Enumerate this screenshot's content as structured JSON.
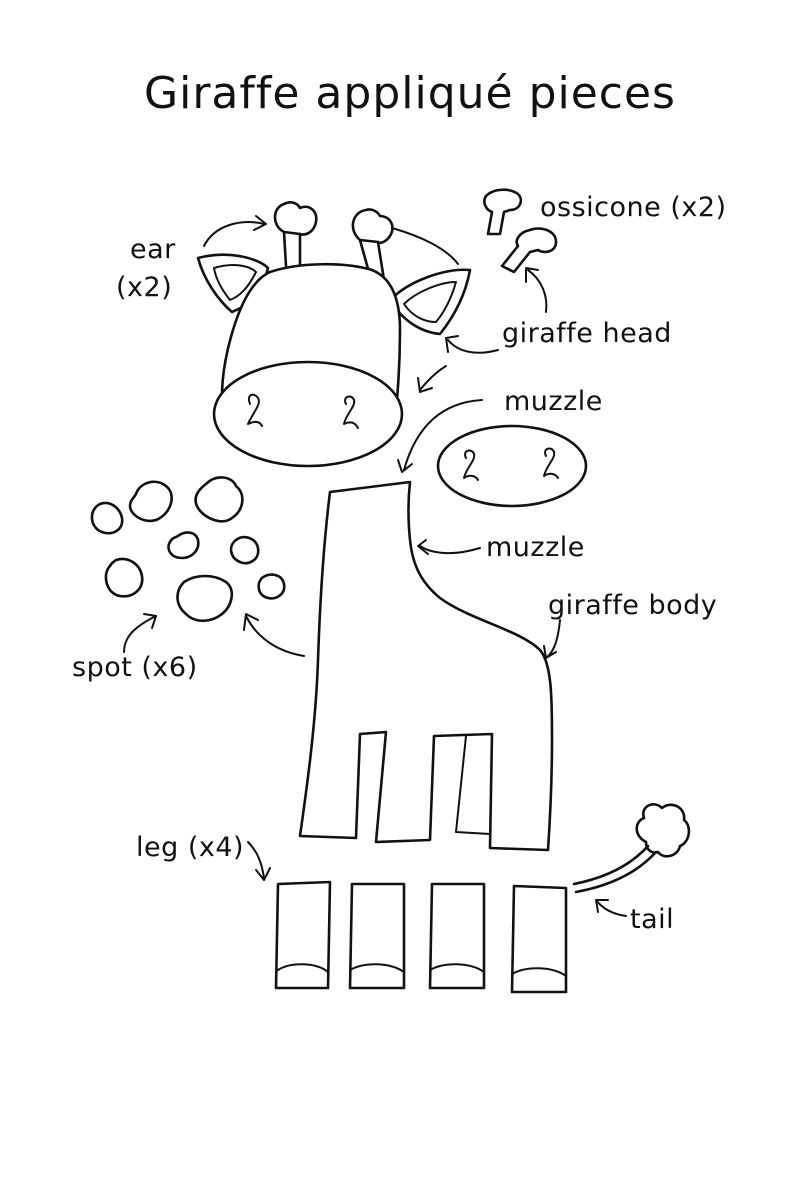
{
  "title": "Giraffe appliqué pieces",
  "labels": {
    "ear_line1": "ear",
    "ear_line2": "(x2)",
    "ossicone": "ossicone (x2)",
    "giraffe_head": "giraffe head",
    "muzzle_top": "muzzle",
    "muzzle_side": "muzzle",
    "giraffe_body": "giraffe body",
    "spot": "spot (x6)",
    "leg": "leg (x4)",
    "tail": "tail"
  },
  "colors": {
    "ink": "#111111",
    "background": "#ffffff"
  }
}
